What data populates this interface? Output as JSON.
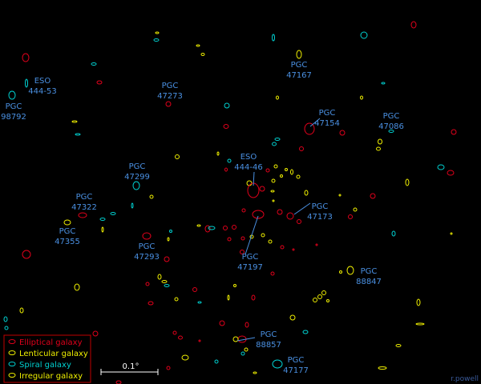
{
  "colors": {
    "background": "#000000",
    "elliptical": "#e0001b",
    "lenticular": "#f0f000",
    "spiral": "#00d0d0",
    "irregular": "#f0f000",
    "label": "#4a90e2",
    "legend_border": "#c00000",
    "leader_line": "#4a90e2",
    "scale_bar": "#ffffff",
    "credit": "#3a5a9a"
  },
  "labeled_galaxies": [
    {
      "id": "eso-444-53",
      "line1": "ESO",
      "line2": "444-53"
    },
    {
      "id": "pgc-98792",
      "line1": "PGC",
      "line2": "98792"
    },
    {
      "id": "pgc-47273",
      "line1": "PGC",
      "line2": "47273"
    },
    {
      "id": "pgc-47167",
      "line1": "PGC",
      "line2": "47167"
    },
    {
      "id": "pgc-47154",
      "line1": "PGC",
      "line2": "47154"
    },
    {
      "id": "pgc-47086",
      "line1": "PGC",
      "line2": "47086"
    },
    {
      "id": "eso-444-46",
      "line1": "ESO",
      "line2": "444-46"
    },
    {
      "id": "pgc-47299",
      "line1": "PGC",
      "line2": "47299"
    },
    {
      "id": "pgc-47322",
      "line1": "PGC",
      "line2": "47322"
    },
    {
      "id": "pgc-47355",
      "line1": "PGC",
      "line2": "47355"
    },
    {
      "id": "pgc-47173",
      "line1": "PGC",
      "line2": "47173"
    },
    {
      "id": "pgc-47293",
      "line1": "PGC",
      "line2": "47293"
    },
    {
      "id": "pgc-47197",
      "line1": "PGC",
      "line2": "47197"
    },
    {
      "id": "pgc-88847",
      "line1": "PGC",
      "line2": "88847"
    },
    {
      "id": "pgc-88857",
      "line1": "PGC",
      "line2": "88857"
    },
    {
      "id": "pgc-47177",
      "line1": "PGC",
      "line2": "47177"
    }
  ],
  "legend": {
    "items": [
      {
        "key": "elliptical",
        "label": "Elliptical galaxy"
      },
      {
        "key": "lenticular",
        "label": "Lenticular galaxy"
      },
      {
        "key": "spiral",
        "label": "Spiral galaxy"
      },
      {
        "key": "irregular",
        "label": "Irregular galaxy"
      }
    ]
  },
  "scale_bar": {
    "label": "0.1°"
  },
  "credit": "r.powell"
}
